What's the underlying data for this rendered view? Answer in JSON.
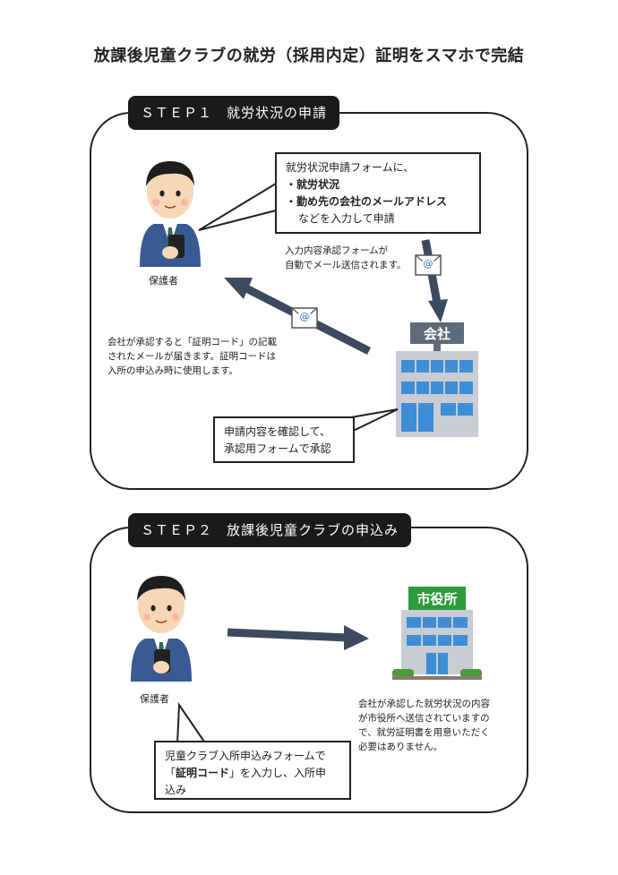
{
  "title": "放課後児童クラブの就労（採用内定）証明をスマホで完結",
  "step1": {
    "tab": "ＳＴＥＰ１　就労状況の申請",
    "guardian_label": "保護者",
    "form_bubble": {
      "intro": "就労状況申請フォームに、",
      "item1": "・就労状況",
      "item2": "・勤め先の会社のメールアドレス",
      "outro": "などを入力して申請"
    },
    "auto_mail_note": [
      "入力内容承認フォームが",
      "自動でメール送信されます。"
    ],
    "code_note": [
      "会社が承認すると「証明コード」の記載",
      "されたメールが届きます。証明コードは",
      "入所の申込み時に使用します。"
    ],
    "company_sign": "会社",
    "approve_bubble": [
      "申請内容を確認して、",
      "承認用フォームで承認"
    ],
    "mail_icon_glyph": "@"
  },
  "step2": {
    "tab": "ＳＴＥＰ２　放課後児童クラブの申込み",
    "guardian_label": "保護者",
    "cityhall_sign": "市役所",
    "info_note": [
      "会社が承認した就労状況の内容",
      "が市役所へ送信されていますの",
      "で、就労証明書を用意いただく",
      "必要はありません。"
    ],
    "apply_bubble": {
      "line1": "児童クラブ入所申込みフォームで",
      "open_bracket": "「",
      "code": "証明コード",
      "line2_rest": "」を入力し、入所申",
      "line3": "込み"
    }
  },
  "colors": {
    "arrow": "#3d4a5e",
    "suit": "#3a5a93",
    "building": "#c9ccd2",
    "window": "#3e8ed6",
    "cityhall_sign": "#2f9a3c"
  }
}
